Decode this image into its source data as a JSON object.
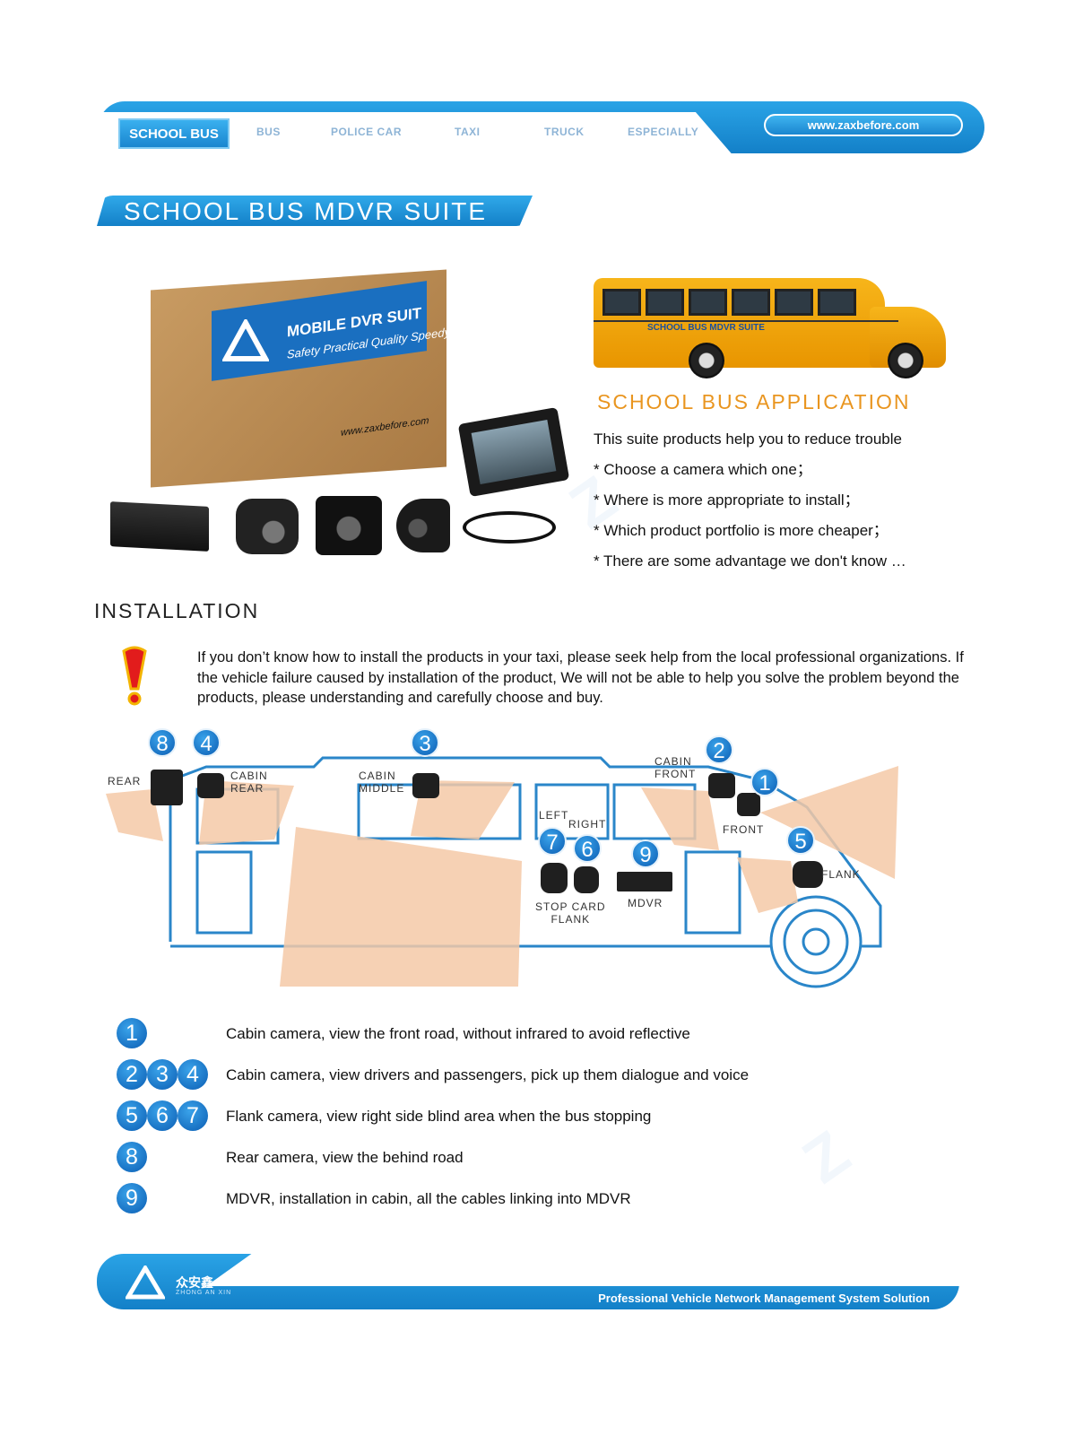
{
  "nav": {
    "active": "SCHOOL BUS",
    "items": [
      "BUS",
      "POLICE CAR",
      "TAXI",
      "TRUCK",
      "ESPECIALLY"
    ],
    "url": "www.zaxbefore.com"
  },
  "title": "SCHOOL BUS MDVR SUITE",
  "product_box": {
    "label": "MOBILE DVR SUIT",
    "tagline": "Safety Practical Quality Speedy",
    "url": "www.zaxbefore.com"
  },
  "bus_sign": "SCHOOL BUS MDVR SUITE",
  "application": {
    "title": "SCHOOL BUS APPLICATION",
    "lines": [
      "This suite products help you to reduce trouble",
      "* Choose a camera which one；",
      "* Where is more appropriate to install；",
      "* Which product portfolio is more cheaper；",
      "* There are some advantage we don't know …"
    ]
  },
  "installation": {
    "title": "INSTALLATION",
    "warning": "If you don’t know how to install the products in your taxi, please seek help from the local professional organizations. If the vehicle failure caused by installation of the product, We will not be able to help you solve the problem beyond the products, please understanding and carefully choose and buy."
  },
  "diagram": {
    "labels": {
      "rear": "REAR",
      "cabin_rear": "CABIN\nREAR",
      "cabin_middle": "CABIN\nMIDDLE",
      "cabin_front": "CABIN\nFRONT",
      "left": "LEFT",
      "right": "RIGHT",
      "front": "FRONT",
      "flank": "FLANK",
      "stop_card_flank": "STOP CARD\nFLANK",
      "mdvr": "MDVR"
    },
    "badges": [
      "8",
      "4",
      "3",
      "2",
      "1",
      "5",
      "7",
      "6",
      "9"
    ]
  },
  "legend": [
    {
      "badges": [
        "1"
      ],
      "text": "Cabin camera, view the front road, without infrared to avoid reflective"
    },
    {
      "badges": [
        "2",
        "3",
        "4"
      ],
      "text": "Cabin camera, view drivers and passengers, pick up them dialogue and voice"
    },
    {
      "badges": [
        "5",
        "6",
        "7"
      ],
      "text": "Flank camera, view right side blind area when the bus stopping"
    },
    {
      "badges": [
        "8"
      ],
      "text": "Rear camera, view the behind road"
    },
    {
      "badges": [
        "9"
      ],
      "text": "MDVR, installation in cabin, all the cables linking into MDVR"
    }
  ],
  "footer": {
    "brand": "众安鑫",
    "brand_sub": "ZHONG AN XIN",
    "slogan": "Professional Vehicle Network Management System Solution"
  },
  "colors": {
    "brand_blue": "#1a86cf",
    "accent_orange": "#e9951f",
    "bus_yellow": "#f7b51a",
    "beam": "#f5c9a7"
  }
}
